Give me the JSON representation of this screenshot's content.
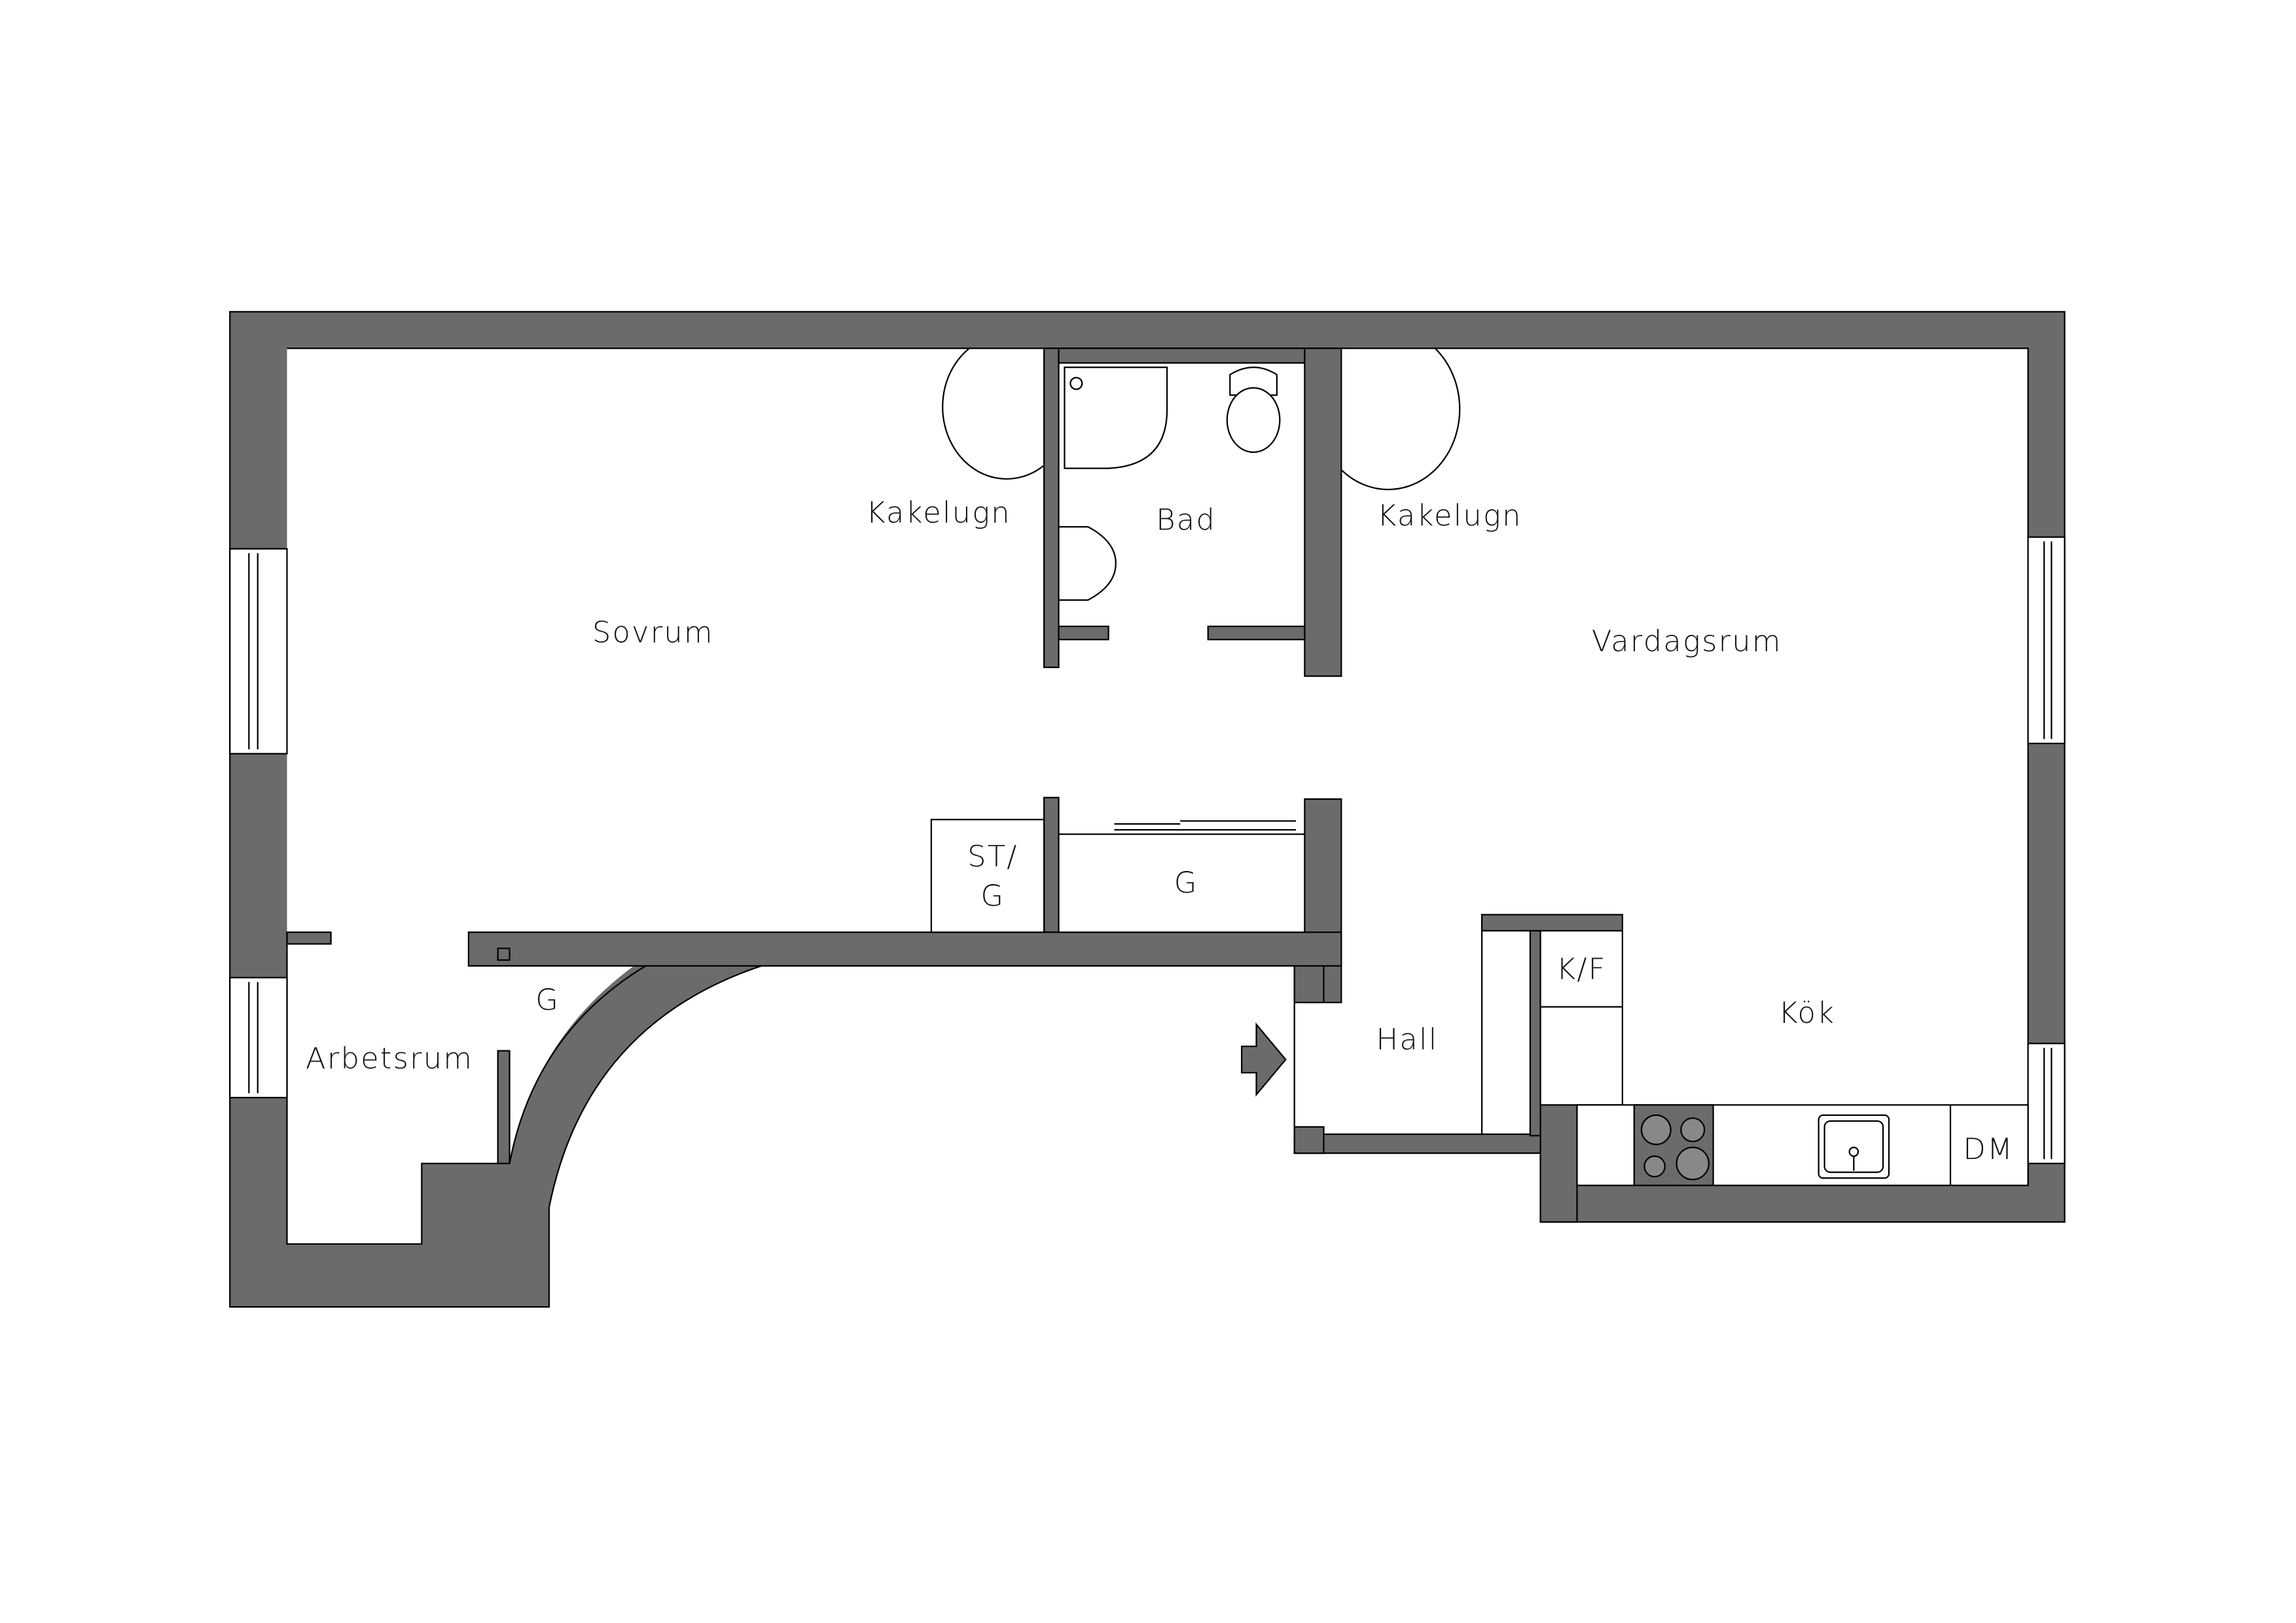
{
  "colors": {
    "wall": "#6b6b6b",
    "floor": "#ffffff",
    "stove": "#6b6b6b"
  },
  "rooms": {
    "sovrum": "Sovrum",
    "arbetsrum": "Arbetsrum",
    "bad": "Bad",
    "vardagsrum": "Vardagsrum",
    "hall": "Hall",
    "kok": "Kök",
    "kakelugn_left": "Kakelugn",
    "kakelugn_right": "Kakelugn"
  },
  "storage": {
    "st_g_line1": "ST/",
    "st_g_line2": "G",
    "closet_hall": "G",
    "closet_corridor": "G",
    "kf": "K/F",
    "dm": "DM"
  },
  "icons": [
    "entrance-arrow-icon",
    "stove-icon",
    "sink-icon",
    "toilet-icon",
    "shower-icon",
    "washbasin-icon",
    "tiled-stove-icon",
    "window-icon"
  ]
}
